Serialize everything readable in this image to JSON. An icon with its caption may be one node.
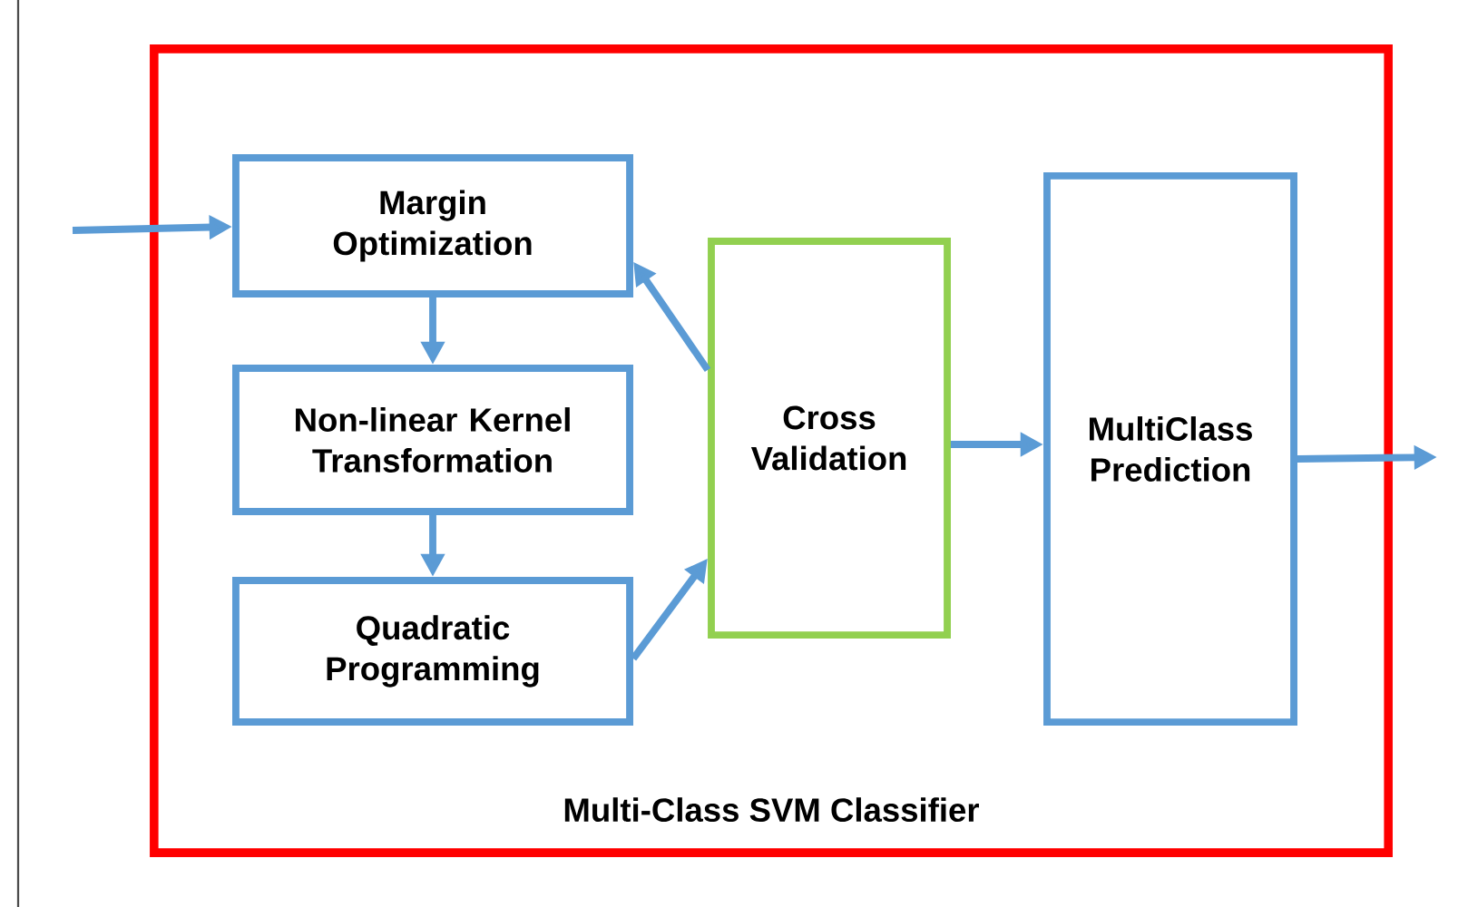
{
  "diagram": {
    "nodes": [
      {
        "text": [
          "Multi-Class SVM Classifier"
        ]
      },
      {
        "text": [
          "Margin Optimization"
        ],
        "in": 0
      },
      {
        "text": [
          "Non-linear Kernel Transformation"
        ],
        "in": 0
      },
      {
        "text": [
          "Quadratic Programming"
        ],
        "in": 0
      },
      {
        "text": [
          "Cross Validation"
        ],
        "in": 0
      },
      {
        "text": [
          "MultiClass Prediction"
        ],
        "in": 0
      }
    ],
    "edges": [
      {
        "from": null,
        "to": 1,
        "arrow": "to"
      },
      {
        "from": 1,
        "to": 2,
        "arrow": "to"
      },
      {
        "from": 2,
        "to": 3,
        "arrow": "to"
      },
      {
        "from": 3,
        "to": 4,
        "arrow": "to"
      },
      {
        "from": 4,
        "to": 1,
        "arrow": "to"
      },
      {
        "from": 4,
        "to": 5,
        "arrow": "to"
      },
      {
        "from": 5,
        "to": null,
        "arrow": "to"
      }
    ]
  }
}
